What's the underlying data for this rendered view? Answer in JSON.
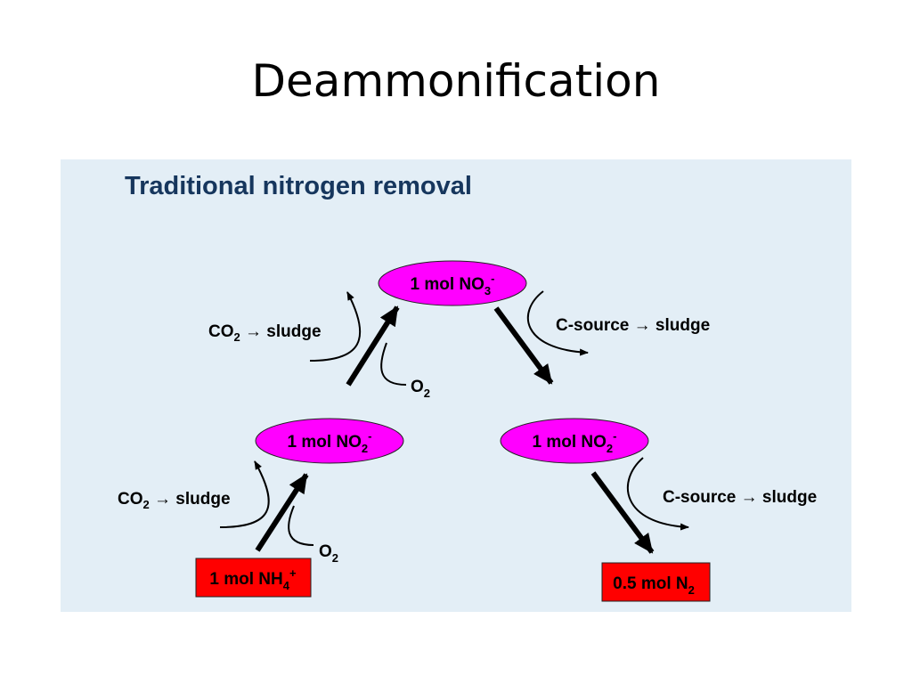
{
  "slide": {
    "title": "Deammonification"
  },
  "panel": {
    "title": "Traditional nitrogen removal"
  },
  "nodes": {
    "nh4": {
      "prefix": "1 mol NH",
      "sub": "4",
      "sup": "+"
    },
    "no2_left": {
      "prefix": "1 mol NO",
      "sub": "2",
      "sup": "-"
    },
    "no3": {
      "prefix": "1 mol NO",
      "sub": "3",
      "sup": "-"
    },
    "no2_right": {
      "prefix": "1 mol NO",
      "sub": "2",
      "sup": "-"
    },
    "n2": {
      "prefix": "0.5 mol N",
      "sub": "2"
    }
  },
  "labels": {
    "co2_sludge": {
      "prefix": "CO",
      "sub": "2",
      "suffix": " → sludge"
    },
    "o2": {
      "prefix": "O",
      "sub": "2"
    },
    "csource_sludge": "C-source → sludge"
  },
  "colors": {
    "ellipse_fill": "#ff00ff",
    "box_fill": "#ff0000",
    "panel_bg": "#e3eef6",
    "panel_title": "#16365d"
  }
}
